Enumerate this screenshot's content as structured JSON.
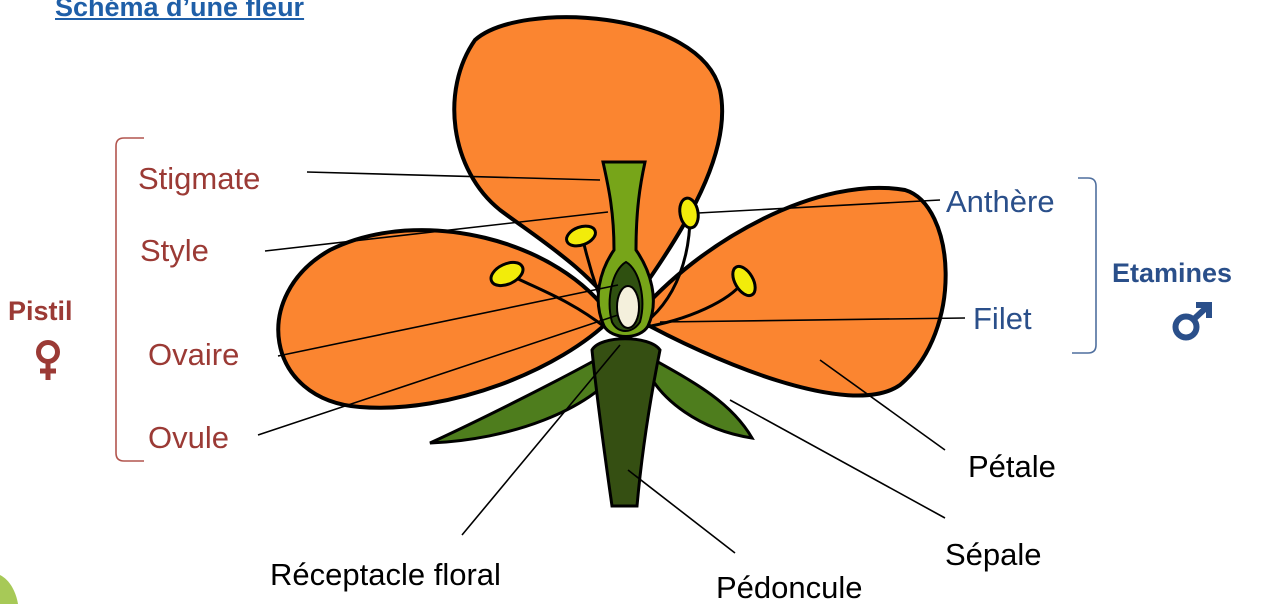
{
  "title": "Schéma d’une fleur",
  "pistil": {
    "group_label": "Pistil",
    "parts": {
      "stigmate": "Stigmate",
      "style": "Style",
      "ovaire": "Ovaire",
      "ovule": "Ovule"
    }
  },
  "etamines": {
    "group_label": "Etamines",
    "parts": {
      "anthere": "Anthère",
      "filet": "Filet"
    }
  },
  "other_parts": {
    "petale": "Pétale",
    "sepale": "Sépale",
    "receptacle": "Réceptacle floral",
    "pedoncule": "Pédoncule"
  },
  "colors": {
    "petal": "#fb8530",
    "sepal": "#4e7d1d",
    "receptacle": "#354f12",
    "pistil": "#77a519",
    "anther": "#f2ec0a",
    "female_label": "#9b3a35",
    "male_label": "#2a4f8a",
    "title": "#1f5fa8"
  },
  "icons": {
    "female": "venus-symbol",
    "male": "mars-symbol"
  }
}
